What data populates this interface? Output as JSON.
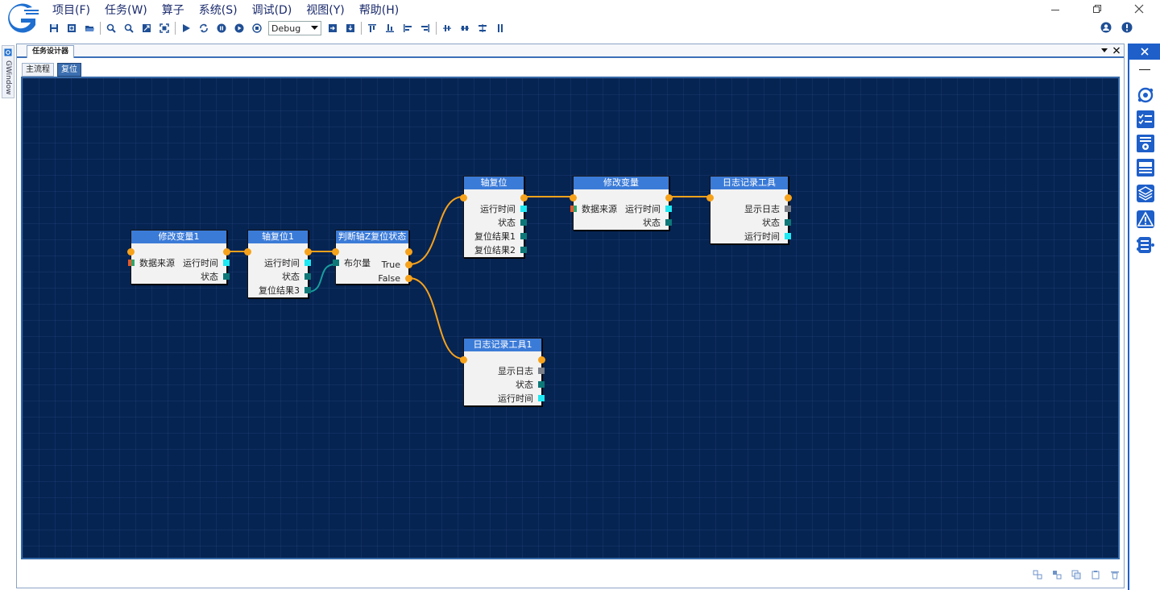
{
  "menu": [
    "项目(F)",
    "任务(W)",
    "算子",
    "系统(S)",
    "调试(D)",
    "视图(Y)",
    "帮助(H)"
  ],
  "toolbar": {
    "mode": "Debug"
  },
  "left_panel": {
    "label": "GWindow"
  },
  "document": {
    "tab_title": "任务设计器",
    "flow_tabs": [
      "主流程",
      "复位"
    ],
    "active_flow_tab": 1
  },
  "nodes": {
    "modify_var1": {
      "title": "修改变量1",
      "in": "数据来源",
      "out": [
        "运行时间",
        "状态"
      ]
    },
    "axis_reset1": {
      "title": "轴复位1",
      "out": [
        "运行时间",
        "状态",
        "复位结果3"
      ]
    },
    "judge": {
      "title": "判断轴Z复位状态",
      "in": "布尔量",
      "out": [
        "True",
        "False"
      ]
    },
    "axis_reset": {
      "title": "轴复位",
      "out": [
        "运行时间",
        "状态",
        "复位结果1",
        "复位结果2"
      ]
    },
    "modify_var": {
      "title": "修改变量",
      "in": "数据来源",
      "out": [
        "运行时间",
        "状态"
      ]
    },
    "log_tool": {
      "title": "日志记录工具",
      "out": [
        "显示日志",
        "状态",
        "运行时间"
      ]
    },
    "log_tool1": {
      "title": "日志记录工具1",
      "out": [
        "显示日志",
        "状态",
        "运行时间"
      ]
    }
  },
  "colors": {
    "canvas_bg": "#062452",
    "node_header": "#3b7bd8",
    "flow_wire": "#f7a21b",
    "data_wire": "#17a0a0",
    "accent": "#1e5fc9"
  },
  "icons": {
    "toolbar": [
      "save-icon",
      "save-all-icon",
      "open-folder-icon",
      "zoom-in-icon",
      "zoom-out-icon",
      "fit-view-icon",
      "actual-size-icon",
      "run-icon",
      "loop-run-icon",
      "pause-icon",
      "step-icon",
      "stop-icon",
      "step-over-icon",
      "step-into-icon",
      "align-top-icon",
      "align-bottom-icon",
      "align-left-icon",
      "align-right-icon",
      "distribute-h-icon",
      "center-h-icon",
      "center-v-icon",
      "distribute-v-icon"
    ],
    "dock": [
      "orbit-icon",
      "checklist-icon",
      "settings-list-icon",
      "panel-icon",
      "layers-icon",
      "warning-icon",
      "list-node-icon"
    ],
    "bottom": [
      "group-icon",
      "ungroup-icon",
      "copy-icon",
      "paste-icon",
      "delete-icon",
      "clear-icon"
    ]
  }
}
